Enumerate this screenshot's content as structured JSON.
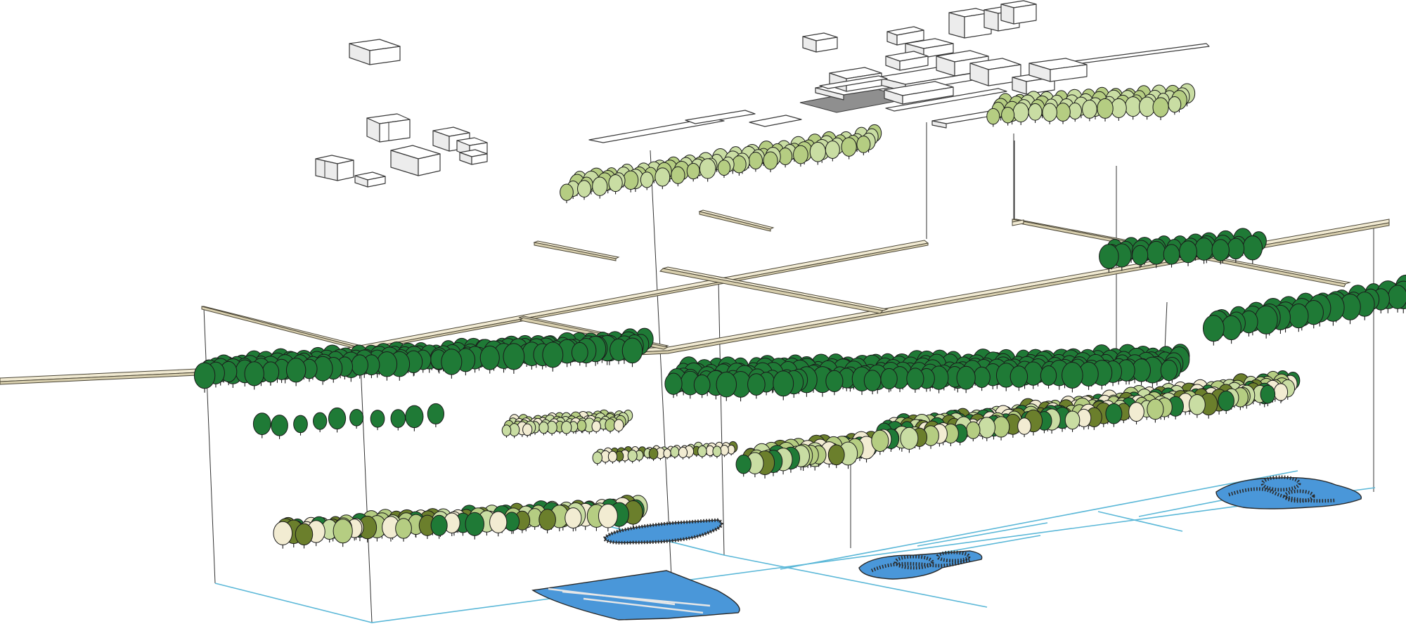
{
  "scene": {
    "type": "exploded axonometric landscape diagram",
    "palette": {
      "dark_green": "#1f7a36",
      "olive": "#6b7f2c",
      "light_green": "#b5cd82",
      "pale_green": "#c9dda3",
      "cream": "#f2ecd2",
      "water": "#4a97d9",
      "base_line": "#5cb8d8",
      "beam": "#f1ead2"
    },
    "layers": [
      "buildings",
      "light-green-tree-groves",
      "raised-walkways",
      "dark-green-canopy",
      "mixed-understory",
      "ground-plane-with-pools"
    ]
  }
}
